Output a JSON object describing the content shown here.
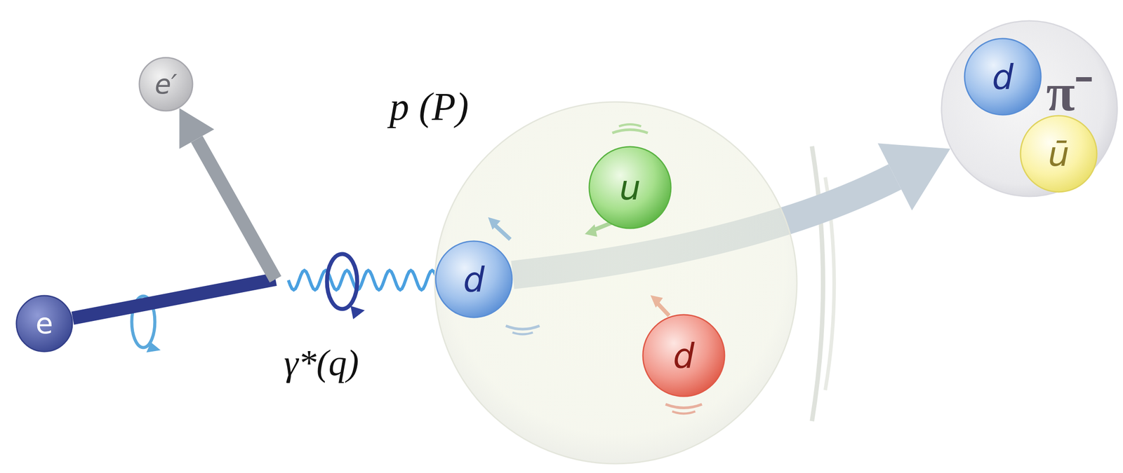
{
  "diagram": {
    "nodes": [
      {
        "text": [
          "e′"
        ]
      },
      {
        "text": [
          "e"
        ]
      },
      {
        "text": [
          "p (P)"
        ]
      },
      {
        "text": [
          "d"
        ],
        "in": 2
      },
      {
        "text": [
          "u"
        ],
        "in": 2
      },
      {
        "text": [
          "d"
        ],
        "in": 2
      },
      {
        "text": [
          "π⁻"
        ]
      },
      {
        "text": [
          "d"
        ],
        "in": 6
      },
      {
        "text": [
          "ū"
        ],
        "in": 6
      }
    ],
    "edges": [
      {
        "from": 1,
        "to": 0,
        "arrow": "to"
      },
      {
        "from": 3,
        "to": 6,
        "arrow": "to"
      }
    ],
    "labels": [
      "γ*(q)"
    ]
  }
}
